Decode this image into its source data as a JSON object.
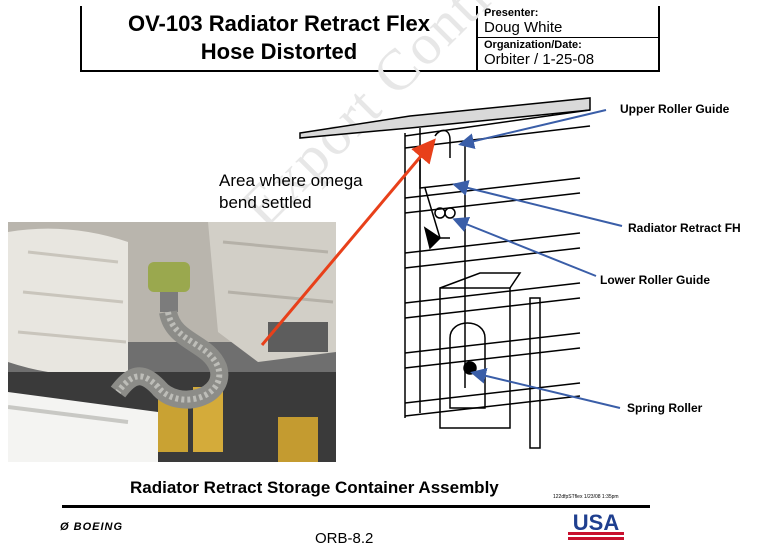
{
  "header": {
    "title_line1": "OV-103 Radiator Retract Flex",
    "title_line2": "Hose Distorted",
    "presenter_label": "Presenter:",
    "presenter_name": "Doug White",
    "org_label": "Organization/Date:",
    "org_value": "Orbiter / 1-25-08"
  },
  "watermark": "Not Export Controlled",
  "annotations": {
    "area_line1": "Area where omega",
    "area_line2": "bend settled",
    "upper_roller_guide": "Upper Roller Guide",
    "radiator_retract_fh": "Radiator Retract FH",
    "lower_roller_guide": "Lower Roller Guide",
    "spring_roller": "Spring Roller"
  },
  "caption": "Radiator Retract Storage Container Assembly",
  "stamp": "122dfpSTflex 1/23/08 1:35pm",
  "footer": {
    "logo": "BOEING",
    "code": "ORB-8.2",
    "usa_logo": "USA"
  },
  "colors": {
    "arrow_red": "#e8401a",
    "leader_blue": "#3a5ea8"
  }
}
